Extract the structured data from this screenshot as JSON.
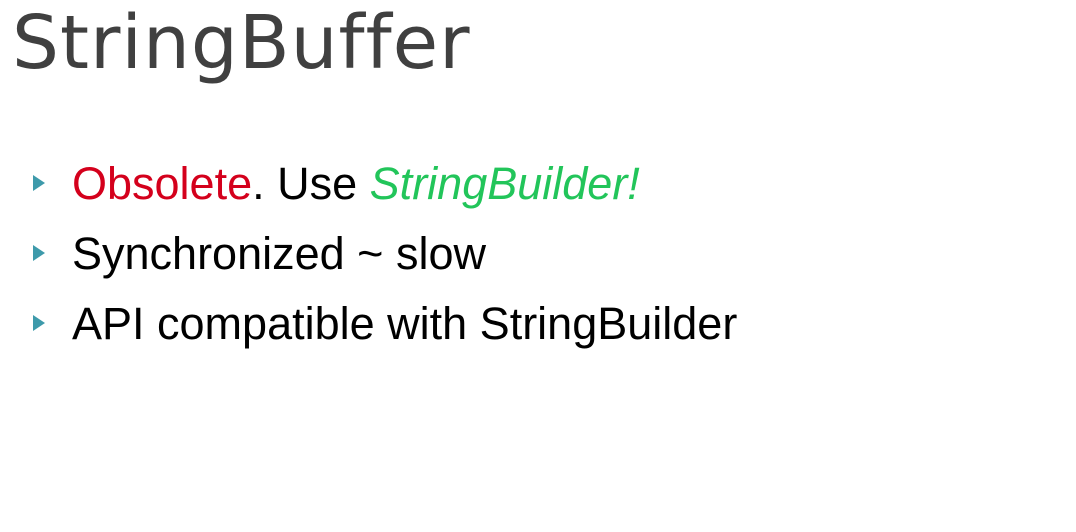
{
  "slide": {
    "title": "StringBuffer",
    "bullet_icon": "triangle-right-icon",
    "bullet_color": "#3e9aab",
    "bullets": [
      {
        "parts": [
          {
            "text": "Obsolete",
            "color": "#d4001c"
          },
          {
            "text": ". Use ",
            "color": "#000000"
          },
          {
            "text": "StringBuilder!",
            "color": "#22c55a",
            "style": "italic"
          }
        ]
      },
      {
        "parts": [
          {
            "text": "Synchronized ~ slow",
            "color": "#000000"
          }
        ]
      },
      {
        "parts": [
          {
            "text": "API compatible with StringBuilder",
            "color": "#000000"
          }
        ]
      }
    ]
  }
}
